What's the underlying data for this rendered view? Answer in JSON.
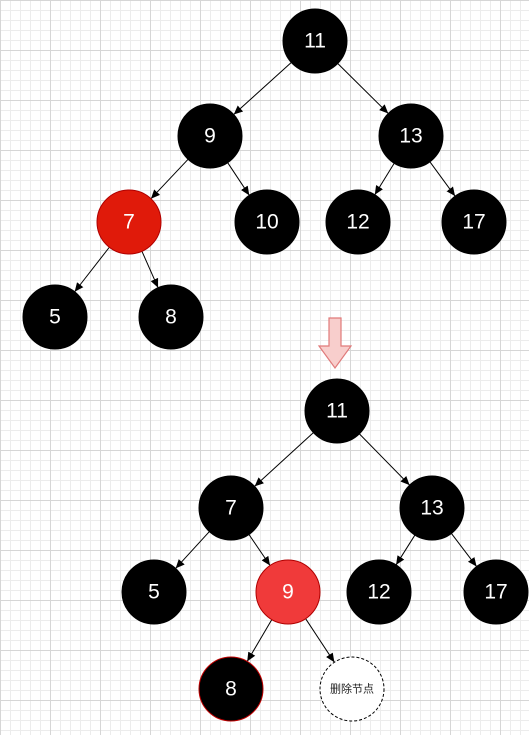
{
  "colors": {
    "black_node": "#000000",
    "red_node_before": "#e01a0a",
    "red_node_after": "#f03a3a",
    "edge": "#000000",
    "arrow_fill": "#f8cecc",
    "arrow_stroke": "#e07a7a"
  },
  "before": {
    "nodes": [
      {
        "id": "b11",
        "label": "11",
        "color": "black"
      },
      {
        "id": "b9",
        "label": "9",
        "color": "black"
      },
      {
        "id": "b13",
        "label": "13",
        "color": "black"
      },
      {
        "id": "b7",
        "label": "7",
        "color": "red"
      },
      {
        "id": "b10",
        "label": "10",
        "color": "black"
      },
      {
        "id": "b12",
        "label": "12",
        "color": "black"
      },
      {
        "id": "b17",
        "label": "17",
        "color": "black"
      },
      {
        "id": "b5",
        "label": "5",
        "color": "black"
      },
      {
        "id": "b8",
        "label": "8",
        "color": "black"
      }
    ],
    "edges": [
      [
        "b11",
        "b9"
      ],
      [
        "b11",
        "b13"
      ],
      [
        "b9",
        "b7"
      ],
      [
        "b9",
        "b10"
      ],
      [
        "b13",
        "b12"
      ],
      [
        "b13",
        "b17"
      ],
      [
        "b7",
        "b5"
      ],
      [
        "b7",
        "b8"
      ]
    ]
  },
  "after": {
    "nodes": [
      {
        "id": "a11",
        "label": "11",
        "color": "black"
      },
      {
        "id": "a7",
        "label": "7",
        "color": "black"
      },
      {
        "id": "a13",
        "label": "13",
        "color": "black"
      },
      {
        "id": "a5",
        "label": "5",
        "color": "black"
      },
      {
        "id": "a9",
        "label": "9",
        "color": "red"
      },
      {
        "id": "a12",
        "label": "12",
        "color": "black"
      },
      {
        "id": "a17",
        "label": "17",
        "color": "black"
      },
      {
        "id": "a8",
        "label": "8",
        "color": "black"
      },
      {
        "id": "adel",
        "label": "删除节点",
        "color": "deleted"
      }
    ],
    "edges": [
      [
        "a11",
        "a7"
      ],
      [
        "a11",
        "a13"
      ],
      [
        "a7",
        "a5"
      ],
      [
        "a7",
        "a9"
      ],
      [
        "a13",
        "a12"
      ],
      [
        "a13",
        "a17"
      ],
      [
        "a9",
        "a8"
      ],
      [
        "a9",
        "adel"
      ]
    ]
  }
}
